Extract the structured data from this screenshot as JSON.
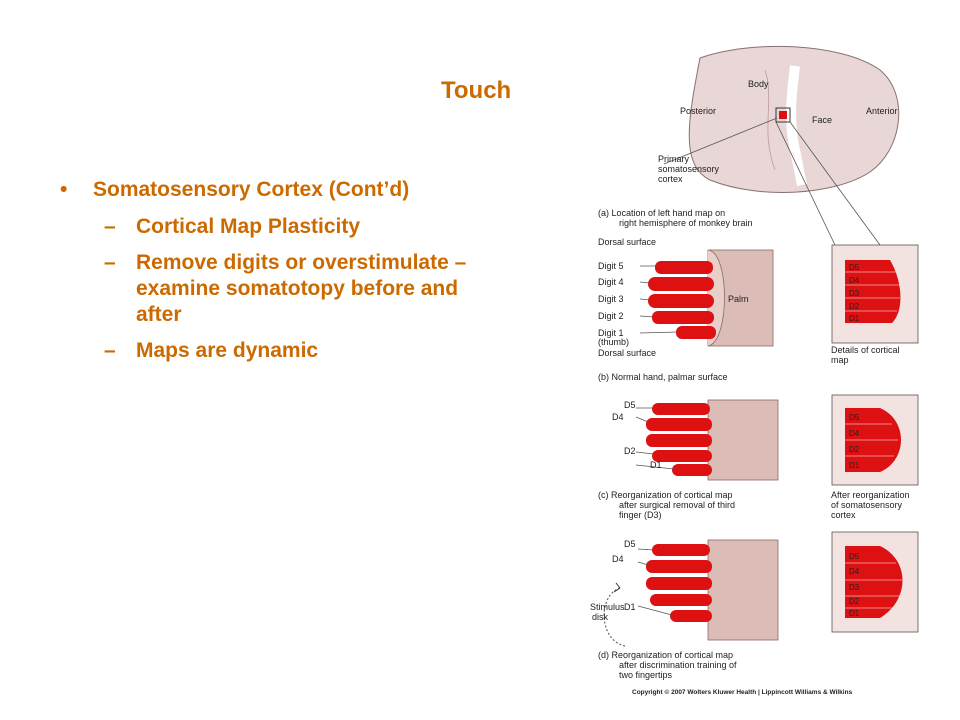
{
  "slide": {
    "title": "Touch",
    "bullet_main": "Somatosensory Cortex (Cont’d)",
    "bullet_marker": "•",
    "sub_marker": "–",
    "sub_bullets": [
      "Cortical Map Plasticity",
      "Remove digits or overstimulate – examine somatotopy before and after",
      "Maps are dynamic"
    ],
    "accent_color": "#cc6a00"
  },
  "figure": {
    "brain_labels": {
      "body": "Body",
      "posterior": "Posterior",
      "face": "Face",
      "anterior": "Anterior",
      "primary": [
        "Primary",
        "somatosensory",
        "cortex"
      ]
    },
    "caption_a": [
      "(a)  Location of left hand map on",
      "right hemisphere of monkey brain"
    ],
    "caption_b": "(b)  Normal hand, palmar surface",
    "caption_c": [
      "(c)  Reorganization of cortical map",
      "after surgical removal of third",
      "finger (D3)"
    ],
    "caption_d": [
      "(d)  Reorganization of cortical map",
      "after discrimination training of",
      "two fingertips"
    ],
    "hand_a_labels": {
      "dorsal_top": "Dorsal surface",
      "digit5": "Digit 5",
      "digit4": "Digit 4",
      "digit3": "Digit 3",
      "digit2": "Digit 2",
      "digit1": "Digit 1",
      "thumb": "(thumb)",
      "dorsal_bottom": "Dorsal surface",
      "palm": "Palm"
    },
    "hand_b_labels": {
      "d5": "D5",
      "d4": "D4",
      "d2": "D2",
      "d1": "D1"
    },
    "hand_c_labels": {
      "d5": "D5",
      "d4": "D4",
      "d1": "D1",
      "stimulus": [
        "Stimulus",
        "disk"
      ]
    },
    "map1_labels": [
      "D5",
      "D4",
      "D3",
      "D2",
      "D1"
    ],
    "map2_labels": [
      "D5",
      "D4",
      "D2",
      "D1"
    ],
    "map3_labels": [
      "D5",
      "D4",
      "D3",
      "D2",
      "D1"
    ],
    "map1_caption": [
      "Details of cortical",
      "map"
    ],
    "map2_caption": [
      "After reorganization",
      "of somatosensory",
      "cortex"
    ],
    "copyright": "Copyright © 2007 Wolters Kluwer Health | Lippincott Williams & Wilkins"
  }
}
